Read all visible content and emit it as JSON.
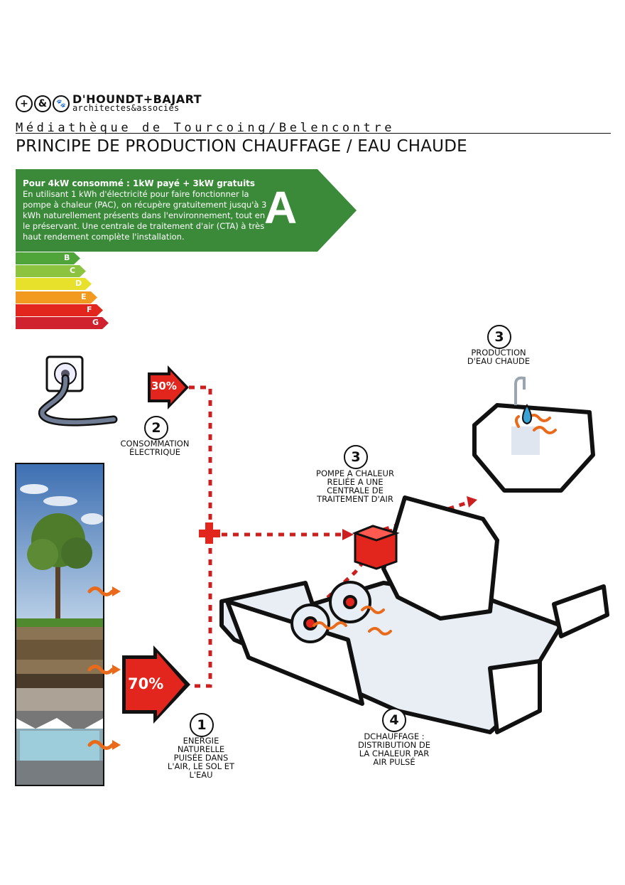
{
  "header": {
    "logo_symbols": [
      "+",
      "&",
      "🐾"
    ],
    "firm_name": "D'HOUNDT+BAJART",
    "firm_subtitle": "architectes&associés",
    "project": "Médiathèque de Tourcoing/Belencontre",
    "title": "PRINCIPE DE PRODUCTION CHAUFFAGE / EAU CHAUDE"
  },
  "energy_label": {
    "heading": "Pour 4kW consommé : 1kW payé + 3kW gratuits",
    "text": "En utilisant 1 kWh d'électricité pour faire fonctionner la pompe à chaleur (PAC), on récupère gratuitement jusqu'à 3 kWh naturellement présents dans l'environnement, tout en le préservant. Une centrale de traitement d'air (CTA) à très haut rendement complète l'installation.",
    "grade": "A",
    "grade_color": "#3a8a3a",
    "scale": [
      {
        "letter": "B",
        "color": "#4fa53a"
      },
      {
        "letter": "C",
        "color": "#8cc33f"
      },
      {
        "letter": "D",
        "color": "#e7e12c"
      },
      {
        "letter": "E",
        "color": "#f29a1f"
      },
      {
        "letter": "F",
        "color": "#e2261d"
      },
      {
        "letter": "G",
        "color": "#d0212f"
      }
    ]
  },
  "diagram": {
    "percent_electric": "30%",
    "percent_natural": "70%",
    "step2_number": "2",
    "step2_label": "CONSOMMATION ÉLECTRIQUE",
    "step1_number": "1",
    "step1_label": "ENERGIE NATURELLE PUISÉE DANS L'AIR, LE SOL ET L'EAU",
    "step3a_number": "3",
    "step3a_label": "POMPE A CHALEUR RELIÉE A UNE CENTRALE DE TRAITEMENT D'AIR",
    "step3b_number": "3",
    "step3b_label": "PRODUCTION D'EAU CHAUDE",
    "step4_number": "4",
    "step4_label": "DCHAUFFAGE : DISTRIBUTION DE LA CHALEUR PAR AIR PULSÉ"
  }
}
